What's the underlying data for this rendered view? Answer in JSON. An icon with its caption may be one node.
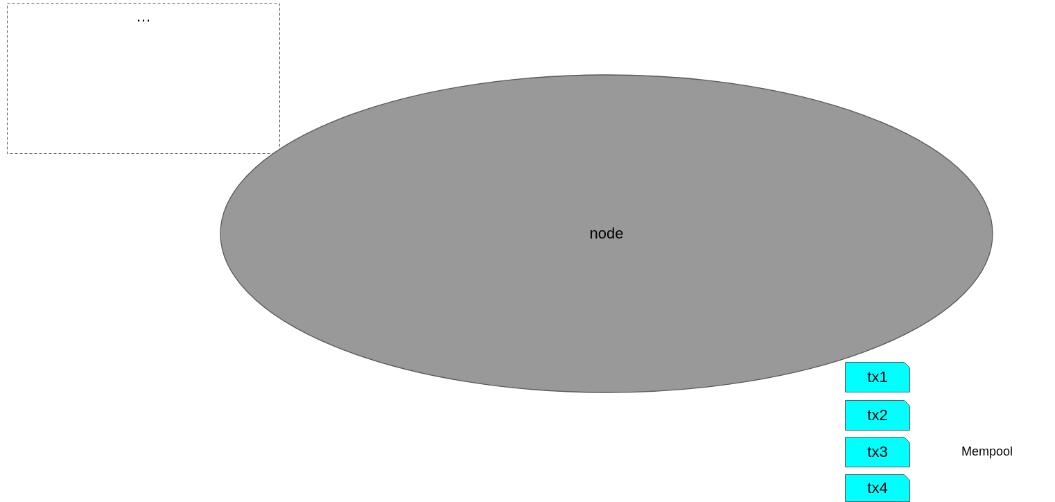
{
  "diagram": {
    "nodes": [
      {
        "text": [
          "…"
        ]
      },
      {
        "text": [
          "node"
        ]
      },
      {
        "text": [
          "tx1"
        ]
      },
      {
        "text": [
          "tx2"
        ]
      },
      {
        "text": [
          "tx3"
        ]
      },
      {
        "text": [
          "tx4"
        ]
      }
    ],
    "labels": [
      "Mempool"
    ]
  }
}
